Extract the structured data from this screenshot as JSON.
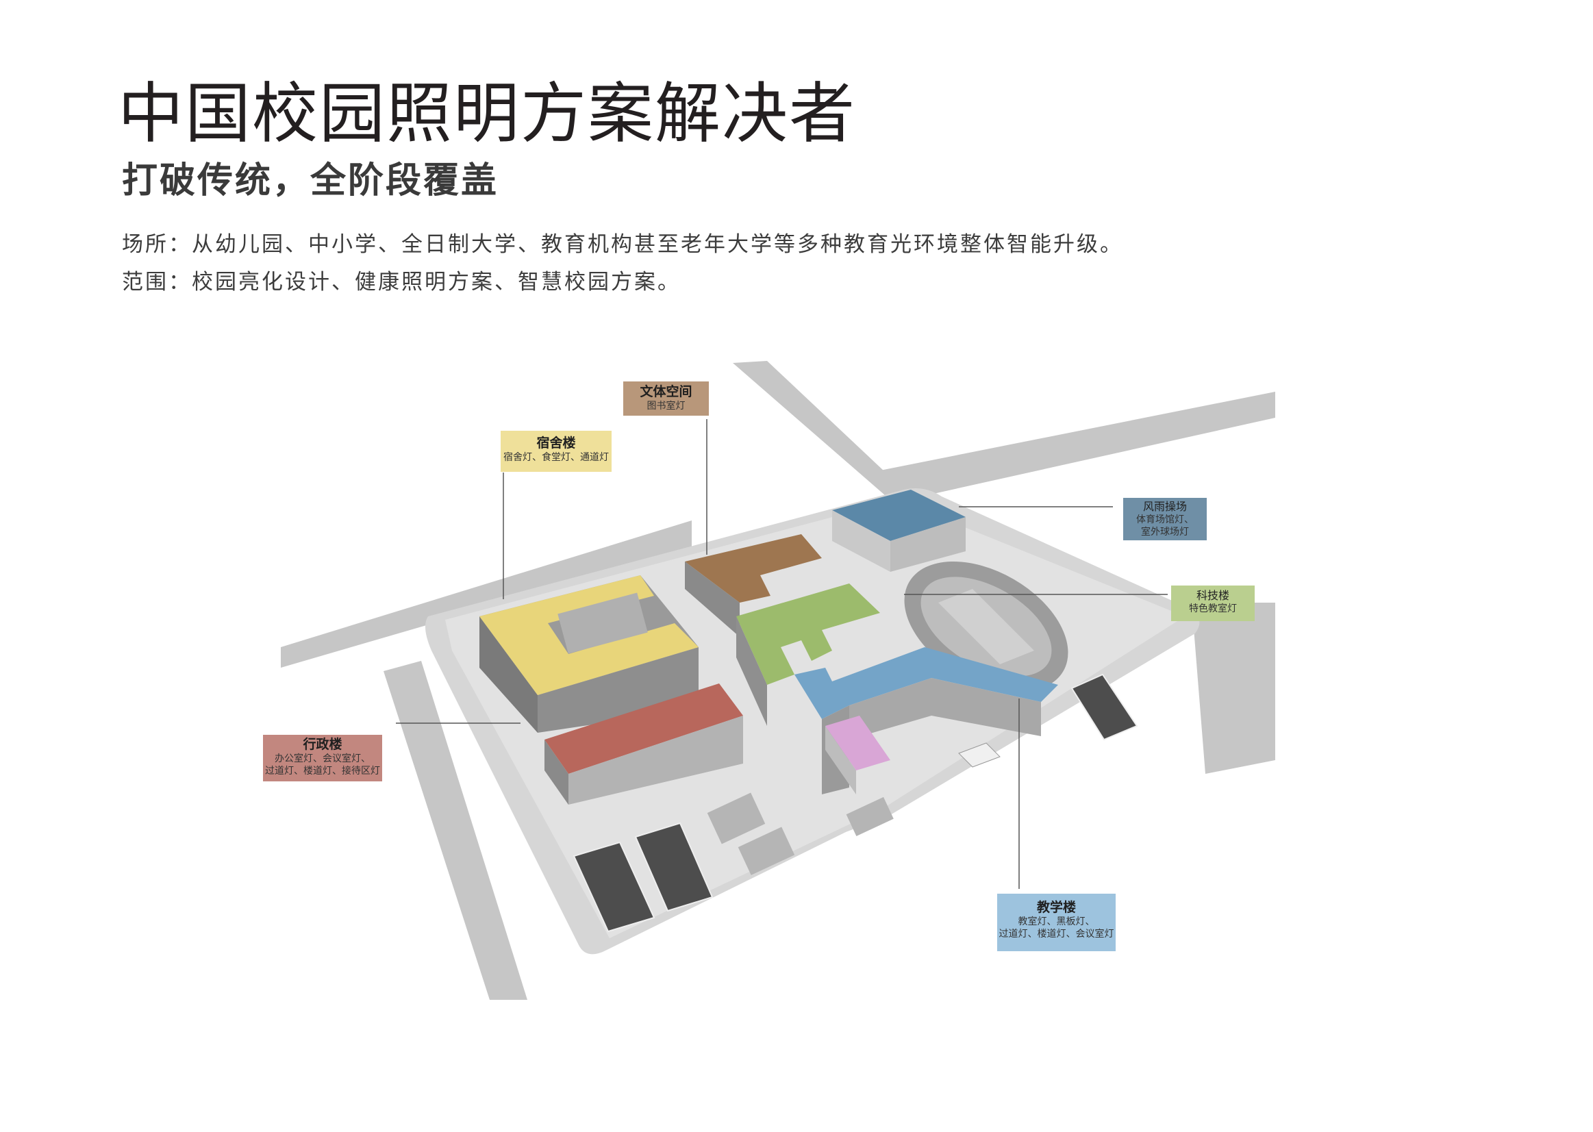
{
  "header": {
    "title": "中国校园照明方案解决者",
    "subtitle": "打破传统，全阶段覆盖",
    "venues_line": "场所：从幼儿园、中小学、全日制大学、教育机构甚至老年大学等多种教育光环境整体智能升级。",
    "scope_line": "范围：校园亮化设计、健康照明方案、智慧校园方案。"
  },
  "campus_map": {
    "colors": {
      "road": "#c4c4c4",
      "sidewalk": "#dcdcdc",
      "ground": "#d2d2d2",
      "building_wall": "#a9a9a9",
      "leader_line": "#555555"
    },
    "buildings": [
      {
        "id": "dormitory",
        "roof_color": "#e8d57a"
      },
      {
        "id": "culture",
        "roof_color": "#9e7650"
      },
      {
        "id": "gym",
        "roof_color": "#5b88a8"
      },
      {
        "id": "science",
        "roof_color": "#9cbb6c"
      },
      {
        "id": "teaching",
        "roof_color": "#74a4c8"
      },
      {
        "id": "admin",
        "roof_color": "#b8675c"
      },
      {
        "id": "annex",
        "roof_color": "#d9a6d6"
      }
    ],
    "labels": [
      {
        "id": "culture",
        "name": "文体空间",
        "items": [
          "图书室灯"
        ],
        "bg": "#b8977a"
      },
      {
        "id": "dormitory",
        "name": "宿舍楼",
        "items": [
          "宿舍灯、食堂灯、通道灯"
        ],
        "bg": "#efe09a"
      },
      {
        "id": "gym",
        "name": "风雨操场",
        "items": [
          "体育场馆灯、",
          "室外球场灯"
        ],
        "bg": "#6f8fa6"
      },
      {
        "id": "science",
        "name": "科技楼",
        "items": [
          "特色教室灯"
        ],
        "bg": "#bacf8f"
      },
      {
        "id": "admin",
        "name": "行政楼",
        "items": [
          "办公室灯、会议室灯、",
          "过道灯、楼道灯、接待区灯"
        ],
        "bg": "#c2877f"
      },
      {
        "id": "teaching",
        "name": "教学楼",
        "items": [
          "教室灯、黑板灯、",
          "过道灯、楼道灯、会议室灯"
        ],
        "bg": "#9dc3de"
      }
    ]
  }
}
